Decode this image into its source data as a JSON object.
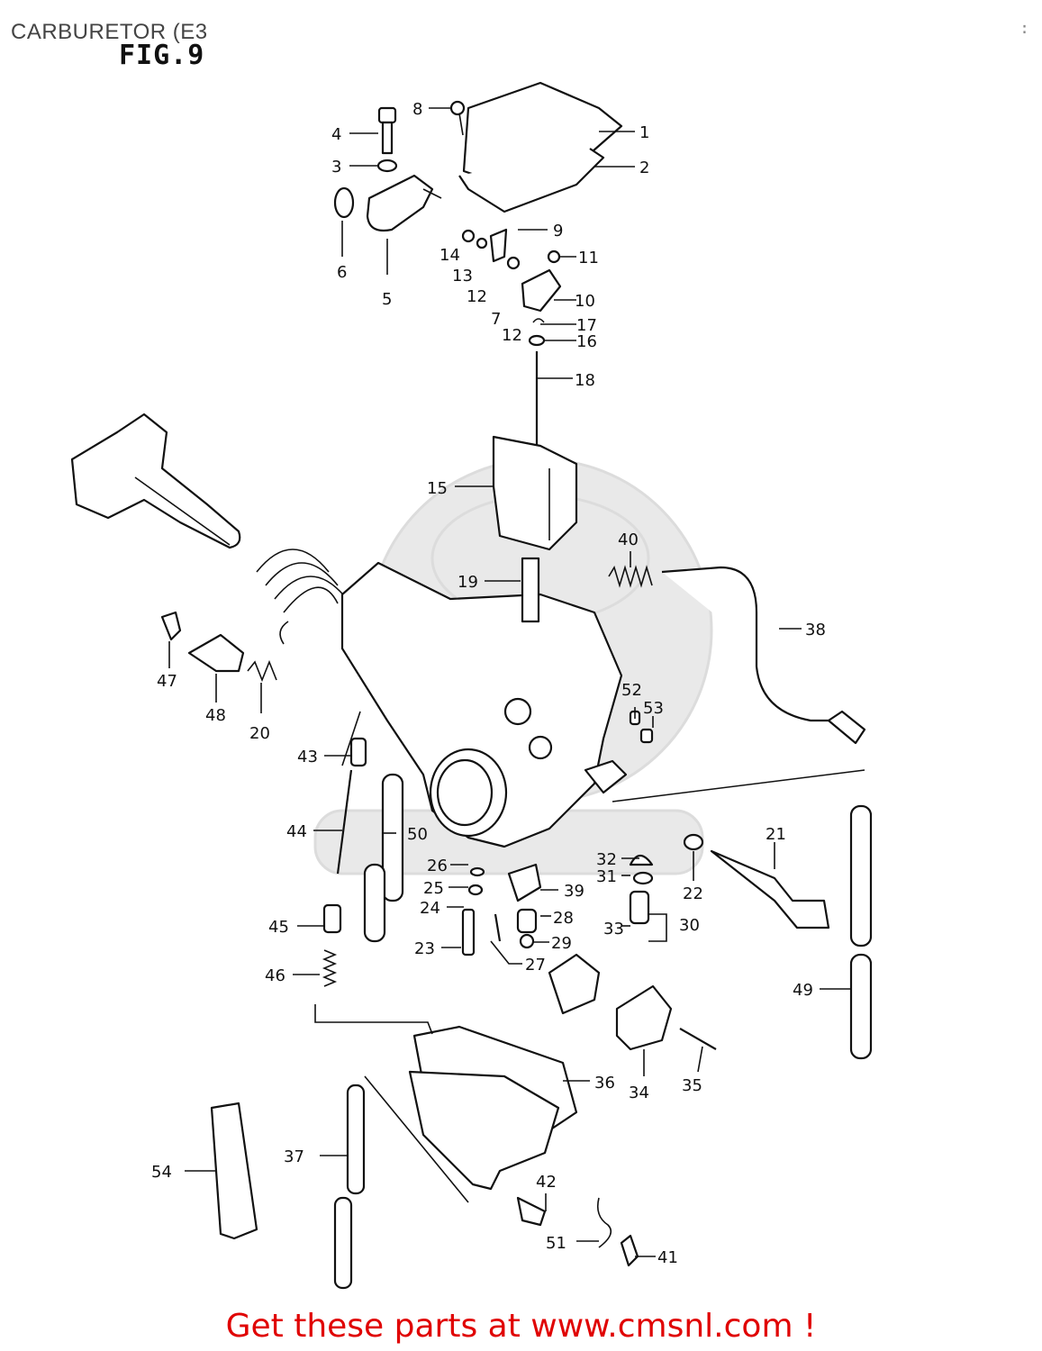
{
  "page_title": "CARBURETOR (E3",
  "figure_label": "FIG.9",
  "footer_cta": "Get these parts at www.cmsnl.com !",
  "corner_marks": ":",
  "colors": {
    "footer": "#e00000",
    "line": "#111111",
    "watermark": "#e9e9e9"
  },
  "callouts": {
    "c1": "1",
    "c2": "2",
    "c3": "3",
    "c4": "4",
    "c5": "5",
    "c6": "6",
    "c7": "7",
    "c8": "8",
    "c9": "9",
    "c10": "10",
    "c11": "11",
    "c12a": "12",
    "c12b": "12",
    "c13": "13",
    "c14": "14",
    "c15": "15",
    "c16": "16",
    "c17": "17",
    "c18": "18",
    "c19": "19",
    "c20": "20",
    "c21": "21",
    "c22": "22",
    "c23": "23",
    "c24": "24",
    "c25": "25",
    "c26": "26",
    "c27": "27",
    "c28": "28",
    "c29": "29",
    "c30": "30",
    "c31": "31",
    "c32": "32",
    "c33": "33",
    "c34": "34",
    "c35": "35",
    "c36": "36",
    "c37": "37",
    "c38": "38",
    "c39": "39",
    "c40": "40",
    "c41": "41",
    "c42": "42",
    "c43": "43",
    "c44": "44",
    "c45": "45",
    "c46": "46",
    "c47": "47",
    "c48": "48",
    "c49": "49",
    "c50": "50",
    "c51": "51",
    "c52": "52",
    "c53": "53",
    "c54": "54"
  }
}
